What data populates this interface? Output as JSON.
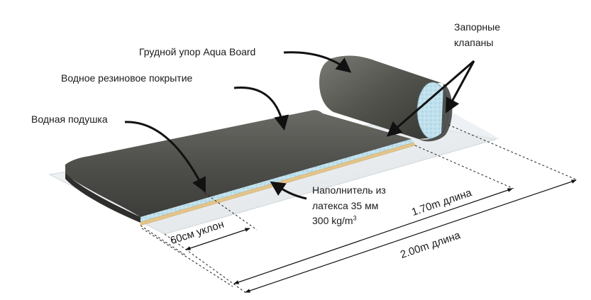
{
  "labels": {
    "chest_support": "Грудной упор Aqua Board",
    "rubber_cover": "Водное резиновое покрытие",
    "water_cushion": "Водная подушка",
    "valves_line1": "Запорные",
    "valves_line2": "клапаны",
    "filler_line1": "Наполнитель из",
    "filler_line2": "латекса  35 мм",
    "filler_line3_value": "300 kg/m",
    "filler_line3_exponent": "3"
  },
  "dimensions": {
    "slope": "60см уклон",
    "length_170": "1.70m длина",
    "length_200": "2.00m длина"
  },
  "colors": {
    "cover": "#4d4d49",
    "foam": "#b9dbe8",
    "latex_strip": "#e8c98e",
    "base_sheet": "#e9ecee"
  }
}
